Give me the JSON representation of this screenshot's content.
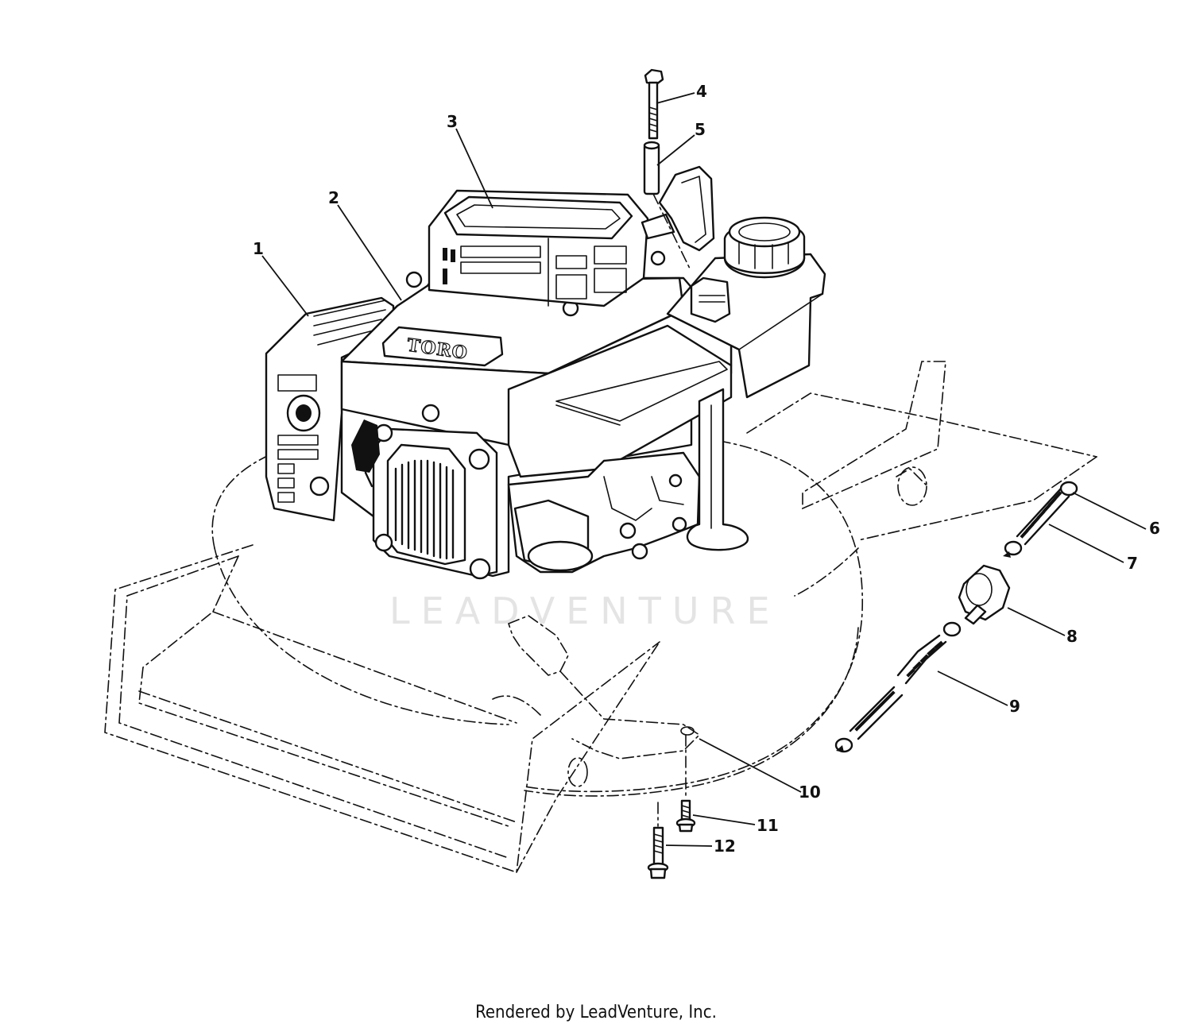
{
  "brand_text": "TORO",
  "watermark_text": "LEADVENTURE",
  "footer_text": "Rendered by LeadVenture, Inc.",
  "callouts": [
    {
      "id": "1",
      "label": "1"
    },
    {
      "id": "2",
      "label": "2"
    },
    {
      "id": "3",
      "label": "3"
    },
    {
      "id": "4",
      "label": "4"
    },
    {
      "id": "5",
      "label": "5"
    },
    {
      "id": "6",
      "label": "6"
    },
    {
      "id": "7",
      "label": "7"
    },
    {
      "id": "8",
      "label": "8"
    },
    {
      "id": "9",
      "label": "9"
    },
    {
      "id": "10",
      "label": "10"
    },
    {
      "id": "11",
      "label": "11"
    },
    {
      "id": "12",
      "label": "12"
    }
  ]
}
